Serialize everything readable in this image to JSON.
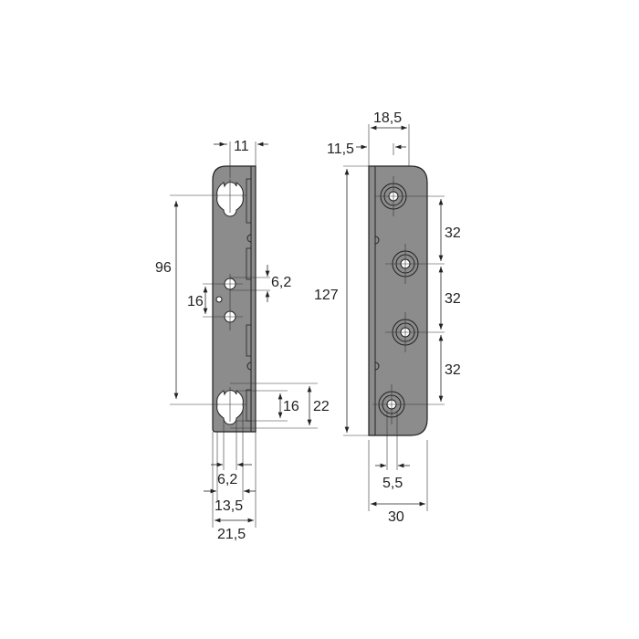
{
  "drawing": {
    "side_view": {
      "dimensions": {
        "top_width": "11",
        "slot_spacing": "96",
        "hole_diameter": "6,2",
        "hole_spacing": "16",
        "slot_inner": "16",
        "slot_outer": "22",
        "slot_width": "6,2",
        "inner_width": "13,5",
        "total_width": "21,5"
      }
    },
    "front_view": {
      "dimensions": {
        "hole_offset": "18,5",
        "edge_offset": "11,5",
        "height": "127",
        "spacing_1": "32",
        "spacing_2": "32",
        "spacing_3": "32",
        "hole_diameter": "5,5",
        "width": "30"
      }
    }
  },
  "colors": {
    "plate": "#8c8c8c",
    "line": "#222222"
  }
}
